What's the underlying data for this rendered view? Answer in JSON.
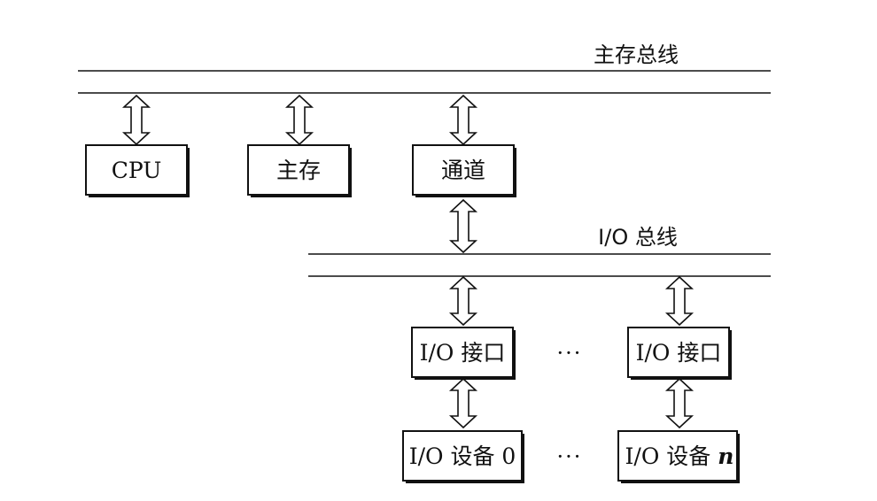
{
  "main_bus": {
    "label": "主存总线"
  },
  "io_bus": {
    "label": "I/O 总线"
  },
  "boxes": {
    "cpu": "CPU",
    "main_memory": "主存",
    "channel": "通道",
    "io_interface_first": "I/O 接口",
    "io_interface_last": "I/O 接口",
    "io_device_first": "I/O 设备 0",
    "io_device_last_prefix": "I/O 设备 ",
    "io_device_last_index": "n"
  },
  "ellipsis": {
    "interfaces": "···",
    "devices": "···"
  }
}
